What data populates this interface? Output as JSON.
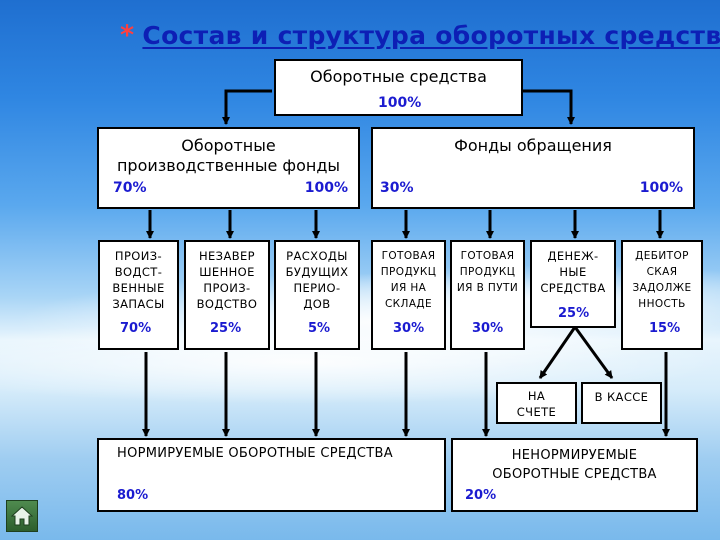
{
  "title": {
    "bullet": "*",
    "text": "Состав и структура оборотных средств"
  },
  "root": {
    "label": "Оборотные средства",
    "pct": "100%"
  },
  "level2": [
    {
      "label": "Оборотные производственные фонды",
      "pct_left": "70%",
      "pct_right": "100%"
    },
    {
      "label": "Фонды обращения",
      "pct_left": "30%",
      "pct_right": "100%"
    }
  ],
  "level3": [
    {
      "label": "ПРОИЗ-ВОДСТ-ВЕННЫЕ ЗАПАСЫ",
      "pct": "70%"
    },
    {
      "label": "НЕЗАВЕР ШЕННОЕ ПРОИЗ-ВОДСТВО",
      "pct": "25%"
    },
    {
      "label": "РАСХОДЫ БУДУЩИХ ПЕРИО-ДОВ",
      "pct": "5%"
    },
    {
      "label": "ГОТОВАЯ ПРОДУКЦ ИЯ НА СКЛАДЕ",
      "pct": "30%"
    },
    {
      "label": "ГОТОВАЯ ПРОДУКЦ ИЯ В ПУТИ",
      "pct": "30%"
    },
    {
      "label": "ДЕНЕЖ-НЫЕ СРЕДСТВА",
      "pct": "25%"
    },
    {
      "label": "ДЕБИТОР СКАЯ ЗАДОЛЖЕ ННОСТЬ",
      "pct": "15%"
    }
  ],
  "cash": [
    {
      "label": "НА СЧЕТЕ"
    },
    {
      "label": "В КАССЕ"
    }
  ],
  "bottom": [
    {
      "label": "НОРМИРУЕМЫЕ ОБОРОТНЫЕ СРЕДСТВА",
      "pct": "80%"
    },
    {
      "label": "НЕНОРМИРУЕМЫЕ ОБОРОТНЫЕ СРЕДСТВА",
      "pct": "20%"
    }
  ],
  "nav": {
    "icon": "home-icon"
  },
  "colors": {
    "percent": "#1b1bd0",
    "title": "#0d1fb5",
    "bullet": "#ff3f3f"
  }
}
